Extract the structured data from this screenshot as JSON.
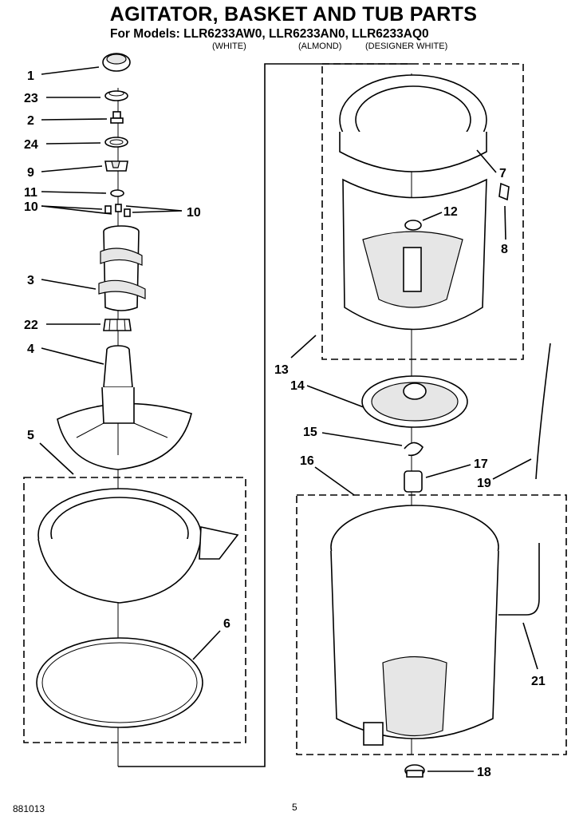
{
  "header": {
    "title": "AGITATOR, BASKET AND TUB PARTS",
    "subtitle": "For Models: LLR6233AW0, LLR6233AN0, LLR6233AQ0",
    "model_notes": [
      "(WHITE)",
      "(ALMOND)",
      "(DESIGNER WHITE)"
    ]
  },
  "callouts": [
    "1",
    "23",
    "2",
    "24",
    "9",
    "11",
    "10",
    "10",
    "3",
    "22",
    "4",
    "5",
    "6",
    "7",
    "8",
    "12",
    "13",
    "14",
    "15",
    "16",
    "17",
    "19",
    "21",
    "18"
  ],
  "footer": {
    "doc_code": "881013",
    "page_number": "5"
  }
}
